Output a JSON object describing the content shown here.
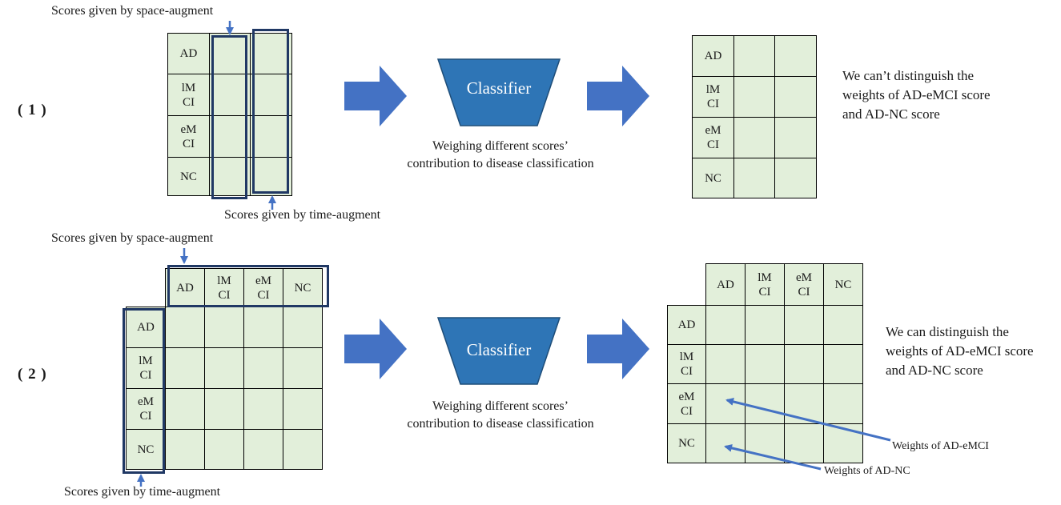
{
  "panel1": {
    "row_label": "( 1 )",
    "space_label": "Scores given by space-augment",
    "time_label": "Scores given by time-augment",
    "input_rows": [
      "AD",
      "lM\nCI",
      "eM\nCI",
      "NC"
    ],
    "classifier": "Classifier",
    "caption_line1": "Weighing different scores’",
    "caption_line2": "contribution to disease classification",
    "output_rows": [
      "AD",
      "lM\nCI",
      "eM\nCI",
      "NC"
    ],
    "note_line1": "We can’t distinguish the",
    "note_line2": "weights of AD-eMCI score",
    "note_line3": "and AD-NC score"
  },
  "panel2": {
    "row_label": "( 2 )",
    "space_label": "Scores given by space-augment",
    "time_label": "Scores given by time-augment",
    "input_cols": [
      "AD",
      "lM\nCI",
      "eM\nCI",
      "NC"
    ],
    "input_rows": [
      "AD",
      "lM\nCI",
      "eM\nCI",
      "NC"
    ],
    "classifier": "Classifier",
    "caption_line1": "Weighing different scores’",
    "caption_line2": "contribution to disease classification",
    "output_cols": [
      "AD",
      "lM\nCI",
      "eM\nCI",
      "NC"
    ],
    "output_rows": [
      "AD",
      "lM\nCI",
      "eM\nCI",
      "NC"
    ],
    "note_line1": "We can distinguish the",
    "note_line2": "weights of AD-eMCI score",
    "note_line3": "and AD-NC score",
    "weights_eMCI": "Weights of AD-eMCI",
    "weights_NC": "Weights of AD-NC"
  },
  "colors": {
    "cell_fill": "#e2efda",
    "highlight_border": "#203864",
    "arrow": "#4472c4",
    "classifier_fill": "#2e75b6",
    "classifier_edge": "#1f4e79"
  }
}
